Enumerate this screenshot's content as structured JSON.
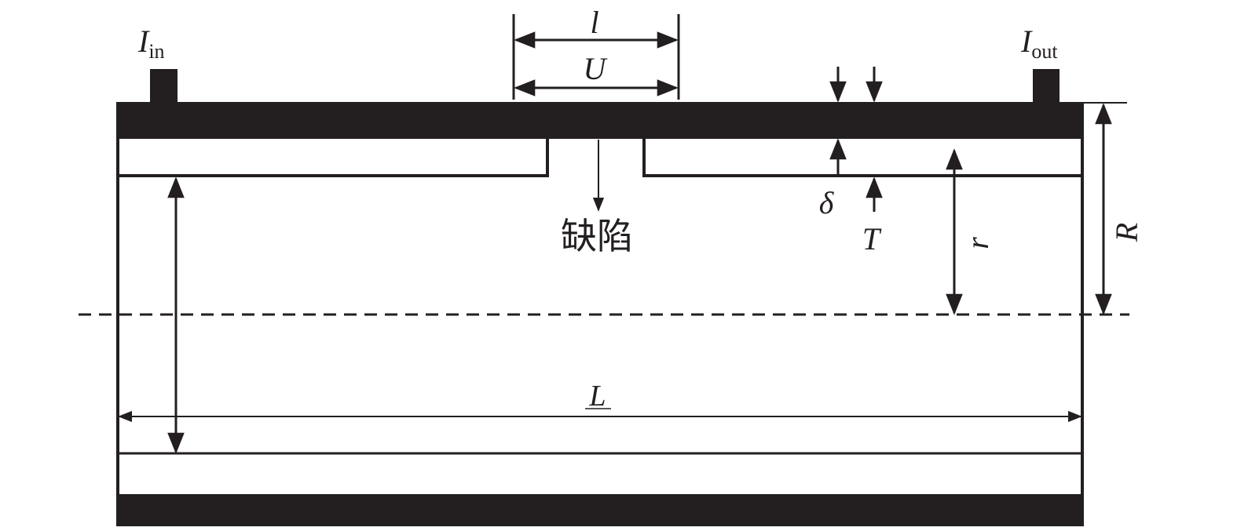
{
  "labels": {
    "current_in": "I",
    "current_in_sub": "in",
    "current_out": "I",
    "current_out_sub": "out",
    "defect_length": "l",
    "voltage": "U",
    "defect": "缺陷",
    "delta": "δ",
    "thickness": "T",
    "inner_radius": "r",
    "outer_radius": "R",
    "length": "L"
  },
  "colors": {
    "ink": "#231f20",
    "background": "#ffffff"
  }
}
